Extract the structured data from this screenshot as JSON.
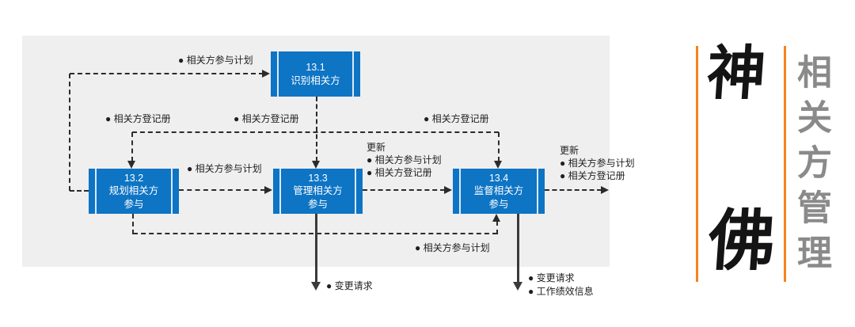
{
  "diagram": {
    "processes": [
      {
        "number": "13.1",
        "line2": "识别相关方"
      },
      {
        "number": "13.2",
        "line2": "规划相关方",
        "line3": "参与"
      },
      {
        "number": "13.3",
        "line2": "管理相关方",
        "line3": "参与"
      },
      {
        "number": "13.4",
        "line2": "监督相关方",
        "line3": "参与"
      }
    ],
    "flow_labels": {
      "engagement_plan_to_131": "● 相关方参与计划",
      "stakeholder_register_1": "● 相关方登记册",
      "stakeholder_register_2": "● 相关方登记册",
      "stakeholder_register_3": "● 相关方登记册",
      "engagement_plan_132_to_133": "● 相关方参与计划",
      "updates_133": {
        "title": "更新",
        "item1": "● 相关方参与计划",
        "item2": "● 相关方登记册"
      },
      "updates_134": {
        "title": "更新",
        "item1": "● 相关方参与计划",
        "item2": "● 相关方登记册"
      },
      "engagement_plan_to_134": "● 相关方参与计划",
      "change_requests_133": "● 变更请求",
      "change_requests_134": "● 变更请求",
      "work_performance_info_134": "● 工作绩效信息"
    }
  },
  "logo": {
    "brand_char_top": "神",
    "brand_char_bottom": "佛",
    "vertical_title": "相关方管理"
  },
  "colors": {
    "process_box_blue": "#0E74C4",
    "panel_background": "#EFEFEF",
    "connector_line": "#2B2B2B",
    "logo_accent_orange": "#F5831F",
    "brand_text": "#141414",
    "vertical_title_gray": "#8A8A8A"
  }
}
